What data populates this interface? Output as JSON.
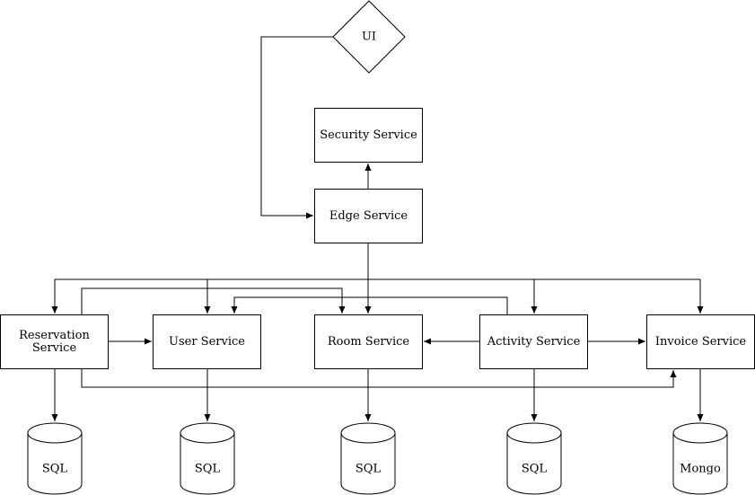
{
  "diagram": {
    "ui": {
      "label": "UI"
    },
    "security_service": {
      "label": "Security Service"
    },
    "edge_service": {
      "label": "Edge Service"
    },
    "reservation_service": {
      "label_line1": "Reservation",
      "label_line2": "Service"
    },
    "user_service": {
      "label": "User Service"
    },
    "room_service": {
      "label": "Room Service"
    },
    "activity_service": {
      "label": "Activity Service"
    },
    "invoice_service": {
      "label": "Invoice Service"
    },
    "reservation_db": {
      "label": "SQL"
    },
    "user_db": {
      "label": "SQL"
    },
    "room_db": {
      "label": "SQL"
    },
    "activity_db": {
      "label": "SQL"
    },
    "invoice_db": {
      "label": "Mongo"
    }
  },
  "colors": {
    "stroke": "#000000",
    "fill": "#ffffff",
    "background": "#ffffff"
  }
}
